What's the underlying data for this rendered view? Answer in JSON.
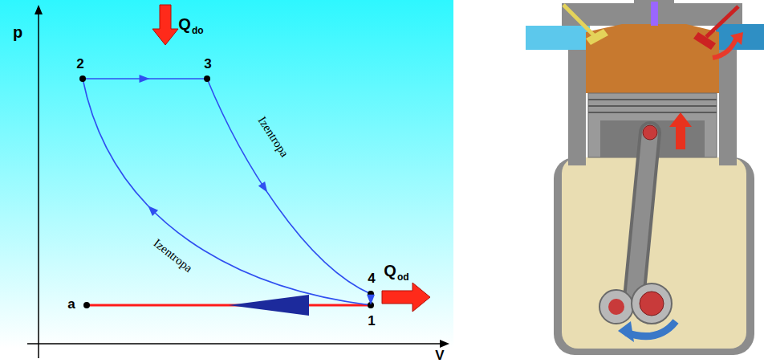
{
  "diagram": {
    "labels": [
      "p",
      "V",
      "2",
      "3",
      "4",
      "1",
      "a",
      "Q",
      "do",
      "Q",
      "od",
      "Izentropa",
      "Izentropa"
    ]
  }
}
